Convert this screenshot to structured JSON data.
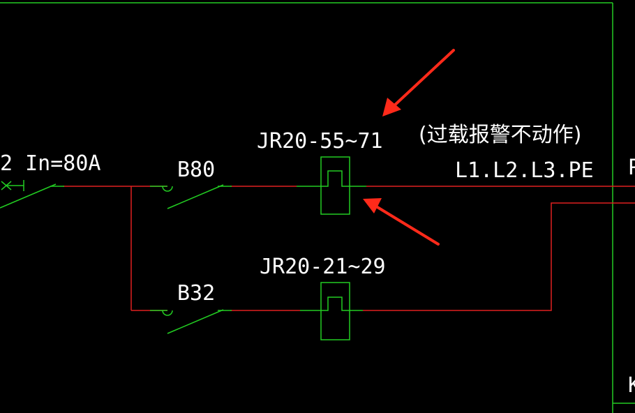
{
  "labels": {
    "main_breaker": "2 In=80A",
    "breaker_b80": "B80",
    "breaker_b32": "B32",
    "relay_top": "JR20-55~71",
    "relay_bottom": "JR20-21~29",
    "note": "(过载报警不动作)",
    "bus": "L1.L2.L3.PE",
    "edge_right_top": "P",
    "edge_right_bottom": "K"
  },
  "colors": {
    "background": "#000000",
    "wire": "#e02020",
    "symbol": "#22cc22",
    "text": "#ffffff",
    "arrow": "#ff2a1a",
    "frame": "#22cc22"
  },
  "annotations": [
    {
      "type": "arrow",
      "points_to": "relay_top_label"
    },
    {
      "type": "arrow",
      "points_to": "relay_top_symbol"
    }
  ]
}
